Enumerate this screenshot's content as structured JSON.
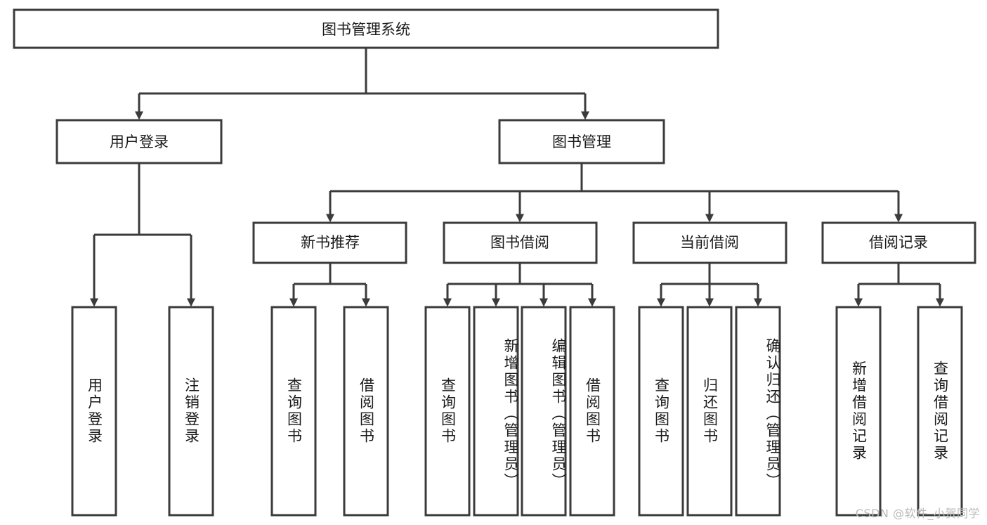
{
  "diagram": {
    "title": "图书管理系统",
    "type": "tree-hierarchy",
    "orientation": "top-down",
    "colors": {
      "box_stroke": "#3b3b3b",
      "box_fill": "#ffffff",
      "text": "#1a1a1a",
      "watermark": "#b9b9b9",
      "background": "#ffffff"
    },
    "root": {
      "label": "图书管理系统"
    },
    "level2": [
      {
        "label": "用户登录"
      },
      {
        "label": "图书管理"
      }
    ],
    "level3": [
      {
        "label": "新书推荐"
      },
      {
        "label": "图书借阅"
      },
      {
        "label": "当前借阅"
      },
      {
        "label": "借阅记录"
      }
    ],
    "leaves": {
      "user_login": [
        {
          "label": "用户登录"
        },
        {
          "label": "注销登录"
        }
      ],
      "new_book": [
        {
          "label": "查询图书"
        },
        {
          "label": "借阅图书"
        }
      ],
      "borrow_book": [
        {
          "label": "查询图书"
        },
        {
          "label": "新增图书（管理员）"
        },
        {
          "label": "编辑图书（管理员）"
        },
        {
          "label": "借阅图书"
        }
      ],
      "current_borrow": [
        {
          "label": "查询图书"
        },
        {
          "label": "归还图书"
        },
        {
          "label": "确认归还（管理员）"
        }
      ],
      "borrow_record": [
        {
          "label": "新增借阅记录"
        },
        {
          "label": "查询借阅记录"
        }
      ]
    }
  },
  "watermark": {
    "text": "CSDN @软件_小贺同学"
  }
}
